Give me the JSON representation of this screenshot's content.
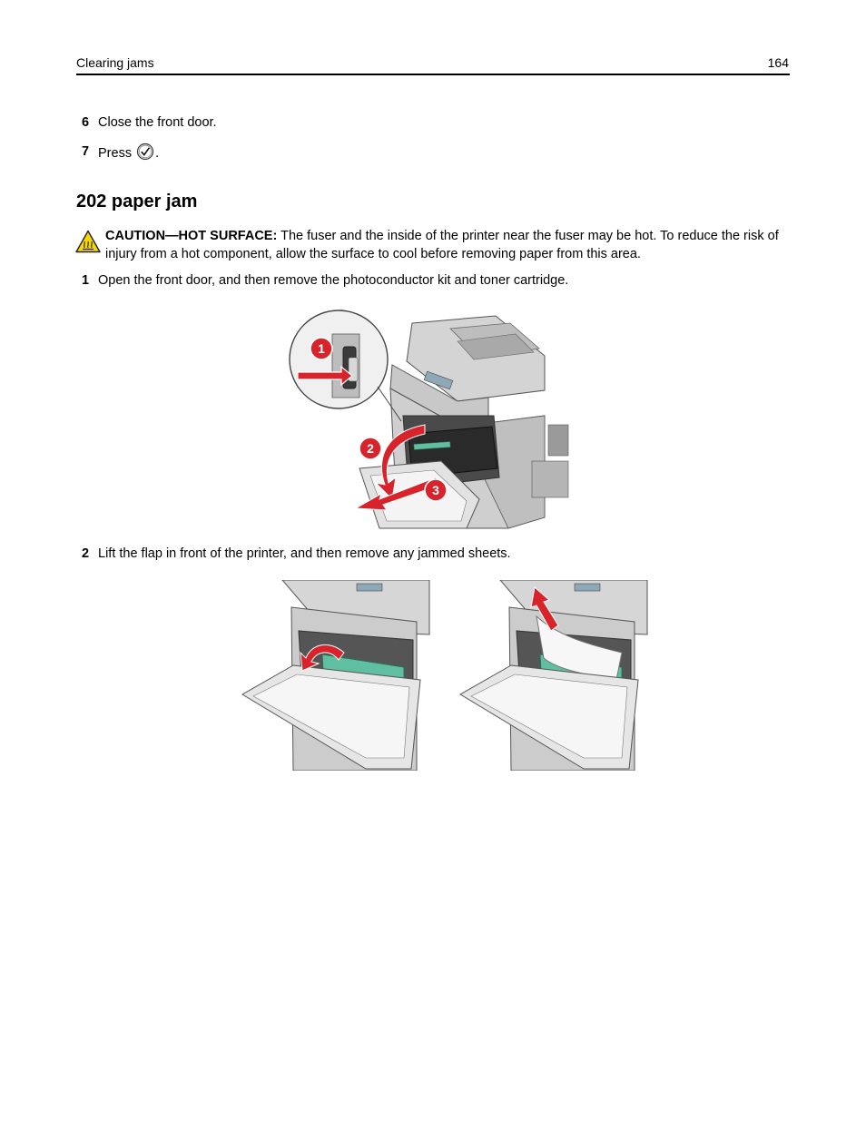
{
  "header": {
    "section": "Clearing jams",
    "page_number": "164"
  },
  "steps_before": [
    {
      "num": "6",
      "text": "Close the front door."
    },
    {
      "num": "7",
      "text_before": "Press",
      "text_after": "."
    }
  ],
  "section_title": "202 paper jam",
  "caution": {
    "label": "CAUTION—HOT SURFACE:",
    "text": "The fuser and the inside of the printer near the fuser may be hot. To reduce the risk of injury from a hot component, allow the surface to cool before removing paper from this area."
  },
  "steps": [
    {
      "num": "1",
      "text": "Open the front door, and then remove the photoconductor kit and toner cartridge."
    },
    {
      "num": "2",
      "text": "Lift the flap in front of the printer, and then remove any jammed sheets."
    }
  ],
  "figure1": {
    "callouts": [
      "1",
      "2",
      "3"
    ]
  },
  "colors": {
    "callout_red": "#d8232a",
    "flap_green": "#5fbfa0",
    "printer_gray": "#cfcfcf"
  },
  "icons": [
    "hot-surface-caution-icon",
    "checkmark-button-icon"
  ]
}
